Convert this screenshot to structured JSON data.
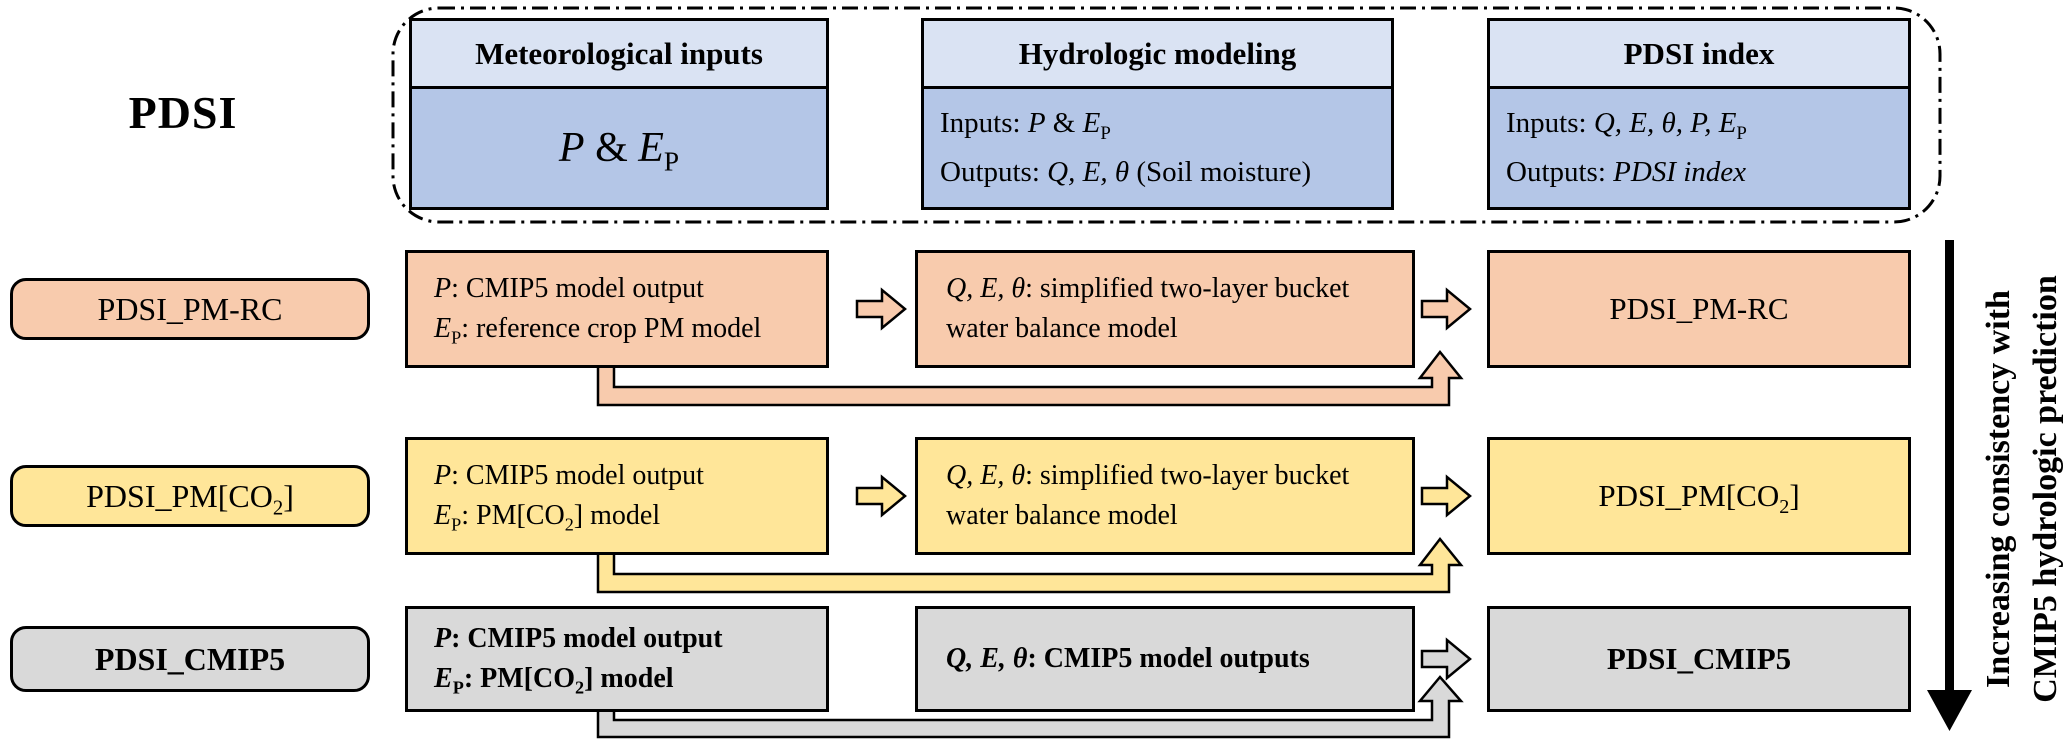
{
  "title": "PDSI",
  "colors": {
    "header_top": "#dae3f3",
    "header_body": "#b4c6e7",
    "row1": "#f8cbad",
    "row2": "#ffe699",
    "row3": "#d9d9d9"
  },
  "pipeline": {
    "met": {
      "title": "Meteorological inputs",
      "body_html": "<i>P</i> &amp; <i>E</i><sub>P</sub>"
    },
    "hydro": {
      "title": "Hydrologic modeling",
      "lines": [
        "Inputs: <i>P</i> &amp; <i>E</i><sub>P</sub>",
        "Outputs: <i>Q, E, θ</i> (Soil moisture)"
      ]
    },
    "index": {
      "title": "PDSI index",
      "lines": [
        "Inputs: <i>Q, E, θ, P, E</i><sub>P</sub>",
        "Outputs: <i>PDSI index</i>"
      ]
    }
  },
  "rows": [
    {
      "label_html": "PDSI_PM-RC",
      "met_lines": [
        "<i>P</i>: CMIP5 model output",
        "<i>E</i><sub>P</sub>: reference crop PM model"
      ],
      "hydro_lines": [
        "<i>Q, E, θ</i>: simplified two-layer bucket",
        "water balance model"
      ],
      "output_html": "PDSI_PM-RC",
      "color": "#f8cbad"
    },
    {
      "label_html": "PDSI_PM[CO<sub>2</sub>]",
      "met_lines": [
        "<i>P</i>: CMIP5 model output",
        "<i>E</i><sub>P</sub>: PM[CO<sub>2</sub>] model"
      ],
      "hydro_lines": [
        "<i>Q, E, θ</i>: simplified two-layer bucket",
        "water balance model"
      ],
      "output_html": "PDSI_PM[CO<sub>2</sub>]",
      "color": "#ffe699"
    },
    {
      "label_html": "PDSI_CMIP5",
      "met_lines": [
        "<i>P</i>: CMIP5 model output",
        "<i>E</i><sub>P</sub>: PM[CO<sub>2</sub>] model"
      ],
      "hydro_lines": [
        "<i>Q, E, θ</i>: CMIP5 model outputs"
      ],
      "output_html": "PDSI_CMIP5",
      "color": "#d9d9d9"
    }
  ],
  "side_note_lines": [
    "Increasing consistency with",
    "CMIP5 hydrologic prediction"
  ]
}
